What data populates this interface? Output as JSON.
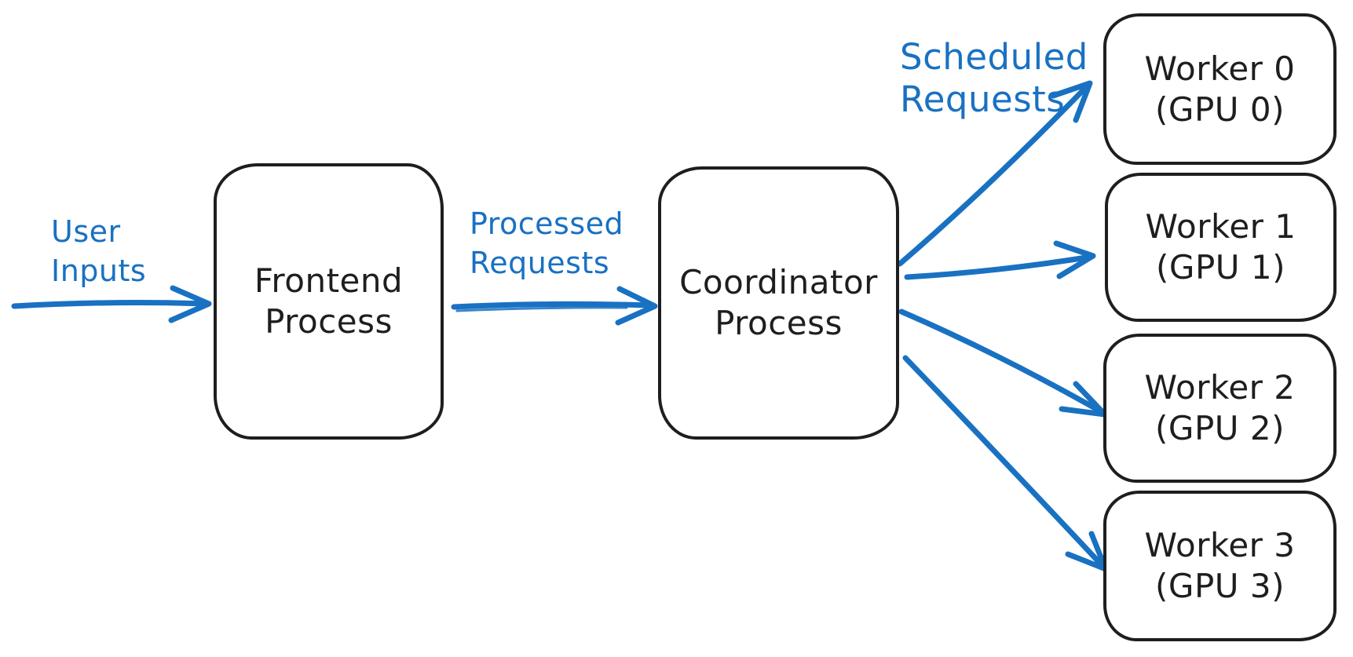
{
  "diagram": {
    "colors": {
      "ink": "#1e1e1e",
      "accent": "#1971c2",
      "background": "#ffffff"
    },
    "nodes": {
      "frontend": {
        "line1": "Frontend",
        "line2": "Process"
      },
      "coordinator": {
        "line1": "Coordinator",
        "line2": "Process"
      },
      "worker0": {
        "line1": "Worker 0",
        "line2": "(GPU 0)"
      },
      "worker1": {
        "line1": "Worker 1",
        "line2": "(GPU 1)"
      },
      "worker2": {
        "line1": "Worker 2",
        "line2": "(GPU 2)"
      },
      "worker3": {
        "line1": "Worker 3",
        "line2": "(GPU 3)"
      }
    },
    "labels": {
      "user_inputs": {
        "line1": "User",
        "line2": "Inputs"
      },
      "processed_requests": {
        "line1": "Processed",
        "line2": "Requests"
      },
      "scheduled_requests": {
        "line1": "Scheduled",
        "line2": "Requests"
      }
    },
    "edges": [
      {
        "from": "external",
        "to": "frontend",
        "label": "User Inputs"
      },
      {
        "from": "frontend",
        "to": "coordinator",
        "label": "Processed Requests"
      },
      {
        "from": "coordinator",
        "to": "worker0",
        "label": "Scheduled Requests"
      },
      {
        "from": "coordinator",
        "to": "worker1",
        "label": "Scheduled Requests"
      },
      {
        "from": "coordinator",
        "to": "worker2",
        "label": "Scheduled Requests"
      },
      {
        "from": "coordinator",
        "to": "worker3",
        "label": "Scheduled Requests"
      }
    ]
  }
}
